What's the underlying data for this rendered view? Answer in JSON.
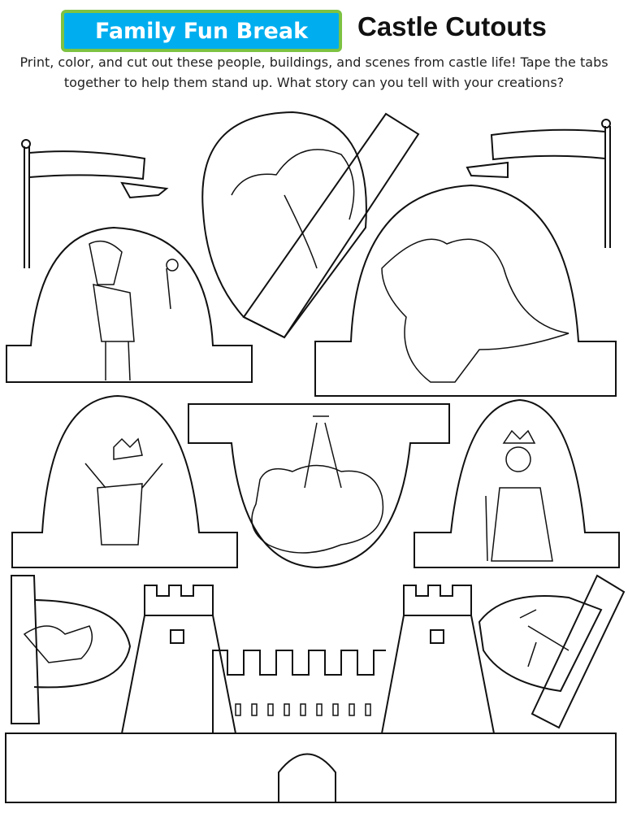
{
  "header": {
    "badge": "Family Fun Break",
    "title": "Castle Cutouts",
    "colors": {
      "badge_bg": "#00aeef",
      "badge_border": "#7dc242"
    }
  },
  "intro": "Print, color, and cut out these people, buildings, and scenes from castle life! Tape the tabs together to help them stand up. What story can you tell with your creations?",
  "cutouts": [
    "banner-left",
    "unicorn",
    "banner-right",
    "knight",
    "dragon",
    "king",
    "tree-cloud",
    "queen",
    "mermaid",
    "castle",
    "prince"
  ]
}
